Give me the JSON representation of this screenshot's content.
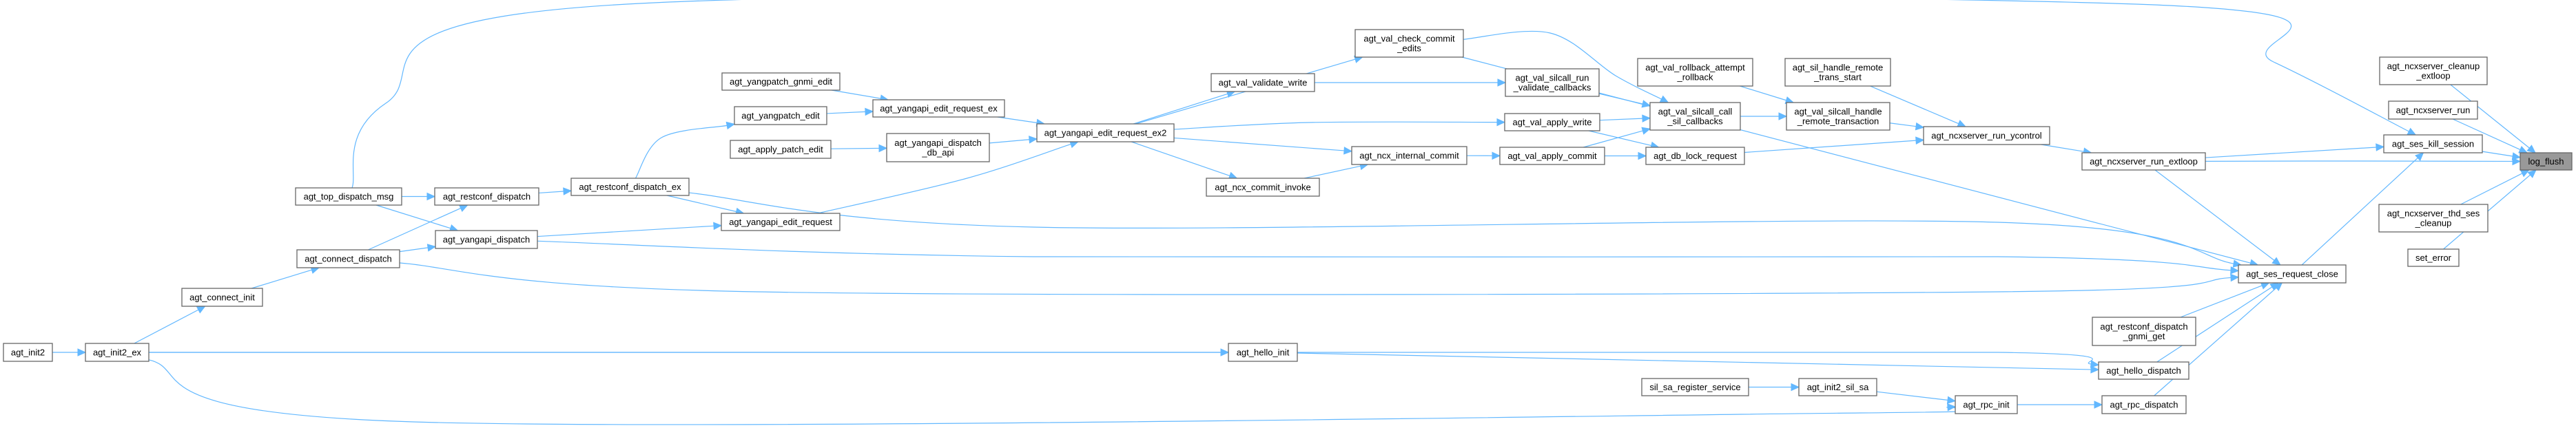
{
  "diagram": {
    "type": "call-graph",
    "direction": "left-to-right",
    "focus_node": "log_flush",
    "colors": {
      "edge": "#63b8ff",
      "node_border": "#666666",
      "node_fill": "#ffffff",
      "focus_fill": "#999999"
    },
    "nodes": [
      {
        "id": "log_flush",
        "label": [
          "log_flush"
        ],
        "focus": true
      },
      {
        "id": "agt_ncxserver_cleanup_extloop",
        "label": [
          "agt_ncxserver_cleanup",
          "_extloop"
        ]
      },
      {
        "id": "agt_ncxserver_run",
        "label": [
          "agt_ncxserver_run"
        ]
      },
      {
        "id": "agt_ses_kill_session",
        "label": [
          "agt_ses_kill_session"
        ]
      },
      {
        "id": "agt_ncxserver_thd_ses_cleanup",
        "label": [
          "agt_ncxserver_thd_ses",
          "_cleanup"
        ]
      },
      {
        "id": "set_error",
        "label": [
          "set_error"
        ]
      },
      {
        "id": "agt_ncxserver_run_extloop",
        "label": [
          "agt_ncxserver_run_extloop"
        ]
      },
      {
        "id": "agt_ses_request_close",
        "label": [
          "agt_ses_request_close"
        ]
      },
      {
        "id": "agt_ncxserver_run_ycontrol",
        "label": [
          "agt_ncxserver_run_ycontrol"
        ]
      },
      {
        "id": "agt_restconf_dispatch_gnmi_get",
        "label": [
          "agt_restconf_dispatch",
          "_gnmi_get"
        ]
      },
      {
        "id": "agt_hello_dispatch",
        "label": [
          "agt_hello_dispatch"
        ]
      },
      {
        "id": "agt_rpc_dispatch",
        "label": [
          "agt_rpc_dispatch"
        ]
      },
      {
        "id": "agt_rpc_init",
        "label": [
          "agt_rpc_init"
        ]
      },
      {
        "id": "agt_init2_sil_sa",
        "label": [
          "agt_init2_sil_sa"
        ]
      },
      {
        "id": "sil_sa_register_service",
        "label": [
          "sil_sa_register_service"
        ]
      },
      {
        "id": "agt_sil_handle_remote_trans_start",
        "label": [
          "agt_sil_handle_remote",
          "_trans_start"
        ]
      },
      {
        "id": "agt_val_silcall_handle_remote_transaction",
        "label": [
          "agt_val_silcall_handle",
          "_remote_transaction"
        ]
      },
      {
        "id": "agt_val_rollback_attempt_rollback",
        "label": [
          "agt_val_rollback_attempt",
          "_rollback"
        ]
      },
      {
        "id": "agt_val_silcall_call_sil_callbacks",
        "label": [
          "agt_val_silcall_call",
          "_sil_callbacks"
        ]
      },
      {
        "id": "agt_db_lock_request",
        "label": [
          "agt_db_lock_request"
        ]
      },
      {
        "id": "agt_val_silcall_run_validate_callbacks",
        "label": [
          "agt_val_silcall_run",
          "_validate_callbacks"
        ]
      },
      {
        "id": "agt_val_apply_write",
        "label": [
          "agt_val_apply_write"
        ]
      },
      {
        "id": "agt_val_apply_commit",
        "label": [
          "agt_val_apply_commit"
        ]
      },
      {
        "id": "agt_val_check_commit_edits",
        "label": [
          "agt_val_check_commit",
          "_edits"
        ]
      },
      {
        "id": "agt_val_validate_write",
        "label": [
          "agt_val_validate_write"
        ]
      },
      {
        "id": "agt_ncx_internal_commit",
        "label": [
          "agt_ncx_internal_commit"
        ]
      },
      {
        "id": "agt_ncx_commit_invoke",
        "label": [
          "agt_ncx_commit_invoke"
        ]
      },
      {
        "id": "agt_yangapi_edit_request_ex2",
        "label": [
          "agt_yangapi_edit_request_ex2"
        ]
      },
      {
        "id": "agt_yangapi_edit_request_ex",
        "label": [
          "agt_yangapi_edit_request_ex"
        ]
      },
      {
        "id": "agt_yangapi_dispatch_db_api",
        "label": [
          "agt_yangapi_dispatch",
          "_db_api"
        ]
      },
      {
        "id": "agt_yangpatch_gnmi_edit",
        "label": [
          "agt_yangpatch_gnmi_edit"
        ]
      },
      {
        "id": "agt_yangpatch_edit",
        "label": [
          "agt_yangpatch_edit"
        ]
      },
      {
        "id": "agt_apply_patch_edit",
        "label": [
          "agt_apply_patch_edit"
        ]
      },
      {
        "id": "agt_yangapi_edit_request",
        "label": [
          "agt_yangapi_edit_request"
        ]
      },
      {
        "id": "agt_hello_init",
        "label": [
          "agt_hello_init"
        ]
      },
      {
        "id": "agt_restconf_dispatch_ex",
        "label": [
          "agt_restconf_dispatch_ex"
        ]
      },
      {
        "id": "agt_restconf_dispatch",
        "label": [
          "agt_restconf_dispatch"
        ]
      },
      {
        "id": "agt_yangapi_dispatch",
        "label": [
          "agt_yangapi_dispatch"
        ]
      },
      {
        "id": "agt_top_dispatch_msg",
        "label": [
          "agt_top_dispatch_msg"
        ]
      },
      {
        "id": "agt_connect_dispatch",
        "label": [
          "agt_connect_dispatch"
        ]
      },
      {
        "id": "agt_connect_init",
        "label": [
          "agt_connect_init"
        ]
      },
      {
        "id": "agt_init2_ex",
        "label": [
          "agt_init2_ex"
        ]
      },
      {
        "id": "agt_init2",
        "label": [
          "agt_init2"
        ]
      }
    ],
    "edges": [
      {
        "from": "agt_ncxserver_cleanup_extloop",
        "to": "log_flush"
      },
      {
        "from": "agt_ncxserver_run",
        "to": "log_flush"
      },
      {
        "from": "agt_ses_kill_session",
        "to": "log_flush"
      },
      {
        "from": "agt_ncxserver_run_extloop",
        "to": "log_flush"
      },
      {
        "from": "agt_ncxserver_thd_ses_cleanup",
        "to": "log_flush"
      },
      {
        "from": "set_error",
        "to": "log_flush"
      },
      {
        "from": "agt_top_dispatch_msg",
        "to": "agt_ses_kill_session"
      },
      {
        "from": "agt_ncxserver_run_extloop",
        "to": "agt_ses_kill_session"
      },
      {
        "from": "agt_ses_request_close",
        "to": "agt_ses_kill_session"
      },
      {
        "from": "agt_ncxserver_run_ycontrol",
        "to": "agt_ncxserver_run_extloop"
      },
      {
        "from": "agt_ncxserver_run_extloop",
        "to": "agt_ses_request_close"
      },
      {
        "from": "agt_val_check_commit_edits",
        "to": "agt_ses_request_close"
      },
      {
        "from": "agt_restconf_dispatch_ex",
        "to": "agt_ses_request_close"
      },
      {
        "from": "agt_yangapi_dispatch",
        "to": "agt_ses_request_close"
      },
      {
        "from": "agt_connect_dispatch",
        "to": "agt_ses_request_close"
      },
      {
        "from": "agt_restconf_dispatch_gnmi_get",
        "to": "agt_ses_request_close"
      },
      {
        "from": "agt_hello_dispatch",
        "to": "agt_ses_request_close"
      },
      {
        "from": "agt_rpc_dispatch",
        "to": "agt_ses_request_close"
      },
      {
        "from": "agt_init2_ex",
        "to": "agt_hello_dispatch"
      },
      {
        "from": "agt_hello_init",
        "to": "agt_hello_dispatch"
      },
      {
        "from": "agt_rpc_init",
        "to": "agt_rpc_dispatch"
      },
      {
        "from": "agt_init2_sil_sa",
        "to": "agt_rpc_init"
      },
      {
        "from": "agt_init2_ex",
        "to": "agt_rpc_init"
      },
      {
        "from": "sil_sa_register_service",
        "to": "agt_init2_sil_sa"
      },
      {
        "from": "agt_sil_handle_remote_trans_start",
        "to": "agt_ncxserver_run_ycontrol"
      },
      {
        "from": "agt_val_silcall_handle_remote_transaction",
        "to": "agt_ncxserver_run_ycontrol"
      },
      {
        "from": "agt_db_lock_request",
        "to": "agt_ncxserver_run_ycontrol"
      },
      {
        "from": "agt_val_rollback_attempt_rollback",
        "to": "agt_val_silcall_handle_remote_transaction"
      },
      {
        "from": "agt_val_silcall_call_sil_callbacks",
        "to": "agt_val_silcall_handle_remote_transaction"
      },
      {
        "from": "agt_val_check_commit_edits",
        "to": "agt_val_silcall_call_sil_callbacks"
      },
      {
        "from": "agt_val_silcall_run_validate_callbacks",
        "to": "agt_val_silcall_call_sil_callbacks"
      },
      {
        "from": "agt_val_apply_write",
        "to": "agt_val_silcall_call_sil_callbacks"
      },
      {
        "from": "agt_val_apply_commit",
        "to": "agt_val_silcall_call_sil_callbacks"
      },
      {
        "from": "agt_val_apply_write",
        "to": "agt_db_lock_request"
      },
      {
        "from": "agt_val_apply_commit",
        "to": "agt_db_lock_request"
      },
      {
        "from": "agt_val_validate_write",
        "to": "agt_val_silcall_run_validate_callbacks"
      },
      {
        "from": "agt_yangapi_edit_request_ex2",
        "to": "agt_val_apply_write"
      },
      {
        "from": "agt_ncx_internal_commit",
        "to": "agt_val_apply_commit"
      },
      {
        "from": "agt_yangapi_edit_request_ex2",
        "to": "agt_val_check_commit_edits"
      },
      {
        "from": "agt_yangapi_edit_request_ex2",
        "to": "agt_val_validate_write"
      },
      {
        "from": "agt_yangapi_edit_request_ex2",
        "to": "agt_ncx_internal_commit"
      },
      {
        "from": "agt_yangapi_edit_request_ex2",
        "to": "agt_ncx_commit_invoke"
      },
      {
        "from": "agt_ncx_commit_invoke",
        "to": "agt_ncx_internal_commit"
      },
      {
        "from": "agt_yangapi_edit_request_ex",
        "to": "agt_yangapi_edit_request_ex2"
      },
      {
        "from": "agt_yangapi_dispatch_db_api",
        "to": "agt_yangapi_edit_request_ex2"
      },
      {
        "from": "agt_yangapi_edit_request",
        "to": "agt_yangapi_edit_request_ex2"
      },
      {
        "from": "agt_yangpatch_gnmi_edit",
        "to": "agt_yangapi_edit_request_ex"
      },
      {
        "from": "agt_yangpatch_edit",
        "to": "agt_yangapi_edit_request_ex"
      },
      {
        "from": "agt_apply_patch_edit",
        "to": "agt_yangapi_dispatch_db_api"
      },
      {
        "from": "agt_restconf_dispatch_ex",
        "to": "agt_yangpatch_edit"
      },
      {
        "from": "agt_restconf_dispatch_ex",
        "to": "agt_yangapi_edit_request"
      },
      {
        "from": "agt_yangapi_dispatch",
        "to": "agt_yangapi_edit_request"
      },
      {
        "from": "agt_init2_ex",
        "to": "agt_hello_init"
      },
      {
        "from": "agt_restconf_dispatch",
        "to": "agt_restconf_dispatch_ex"
      },
      {
        "from": "agt_top_dispatch_msg",
        "to": "agt_restconf_dispatch"
      },
      {
        "from": "agt_connect_dispatch",
        "to": "agt_restconf_dispatch"
      },
      {
        "from": "agt_top_dispatch_msg",
        "to": "agt_yangapi_dispatch"
      },
      {
        "from": "agt_connect_dispatch",
        "to": "agt_yangapi_dispatch"
      },
      {
        "from": "agt_connect_init",
        "to": "agt_connect_dispatch"
      },
      {
        "from": "agt_init2_ex",
        "to": "agt_connect_init"
      },
      {
        "from": "agt_init2",
        "to": "agt_init2_ex"
      }
    ]
  }
}
